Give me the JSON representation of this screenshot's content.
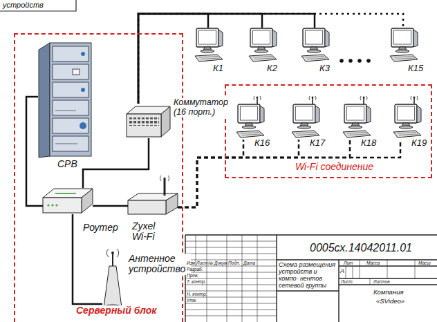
{
  "diagram": {
    "nodes": [
      {
        "text": [
          "Серверный блок"
        ]
      },
      {
        "text": [
          "СРВ"
        ],
        "in": 0
      },
      {
        "text": [
          "Коммутатор (16 порт.)"
        ],
        "in": 0
      },
      {
        "text": [
          "Роутер"
        ],
        "in": 0
      },
      {
        "text": [
          "Zyxel Wi-Fi"
        ],
        "in": 0
      },
      {
        "text": [
          "Антенное устройство"
        ],
        "in": 0
      },
      {
        "text": [
          "К1"
        ]
      },
      {
        "text": [
          "К2"
        ]
      },
      {
        "text": [
          "К3"
        ]
      },
      {
        "text": [
          "К15"
        ]
      },
      {
        "text": [
          "Wi-Fi соединение"
        ]
      },
      {
        "text": [
          "К16"
        ],
        "in": 10
      },
      {
        "text": [
          "К17"
        ],
        "in": 10
      },
      {
        "text": [
          "К18"
        ],
        "in": 10
      },
      {
        "text": [
          "К19"
        ],
        "in": 10
      }
    ],
    "edges": [
      {
        "from": 1,
        "to": 3,
        "arrow": "none"
      },
      {
        "from": 3,
        "to": 2,
        "arrow": "none"
      },
      {
        "from": 3,
        "to": 4,
        "arrow": "none"
      },
      {
        "from": 3,
        "to": 5,
        "arrow": "none"
      },
      {
        "from": 2,
        "to": 6,
        "arrow": "none"
      },
      {
        "from": 2,
        "to": 7,
        "arrow": "none"
      },
      {
        "from": 2,
        "to": 8,
        "arrow": "none"
      },
      {
        "from": 2,
        "to": 9,
        "arrow": "none"
      },
      {
        "from": 4,
        "to": 11,
        "arrow": "none"
      },
      {
        "from": 4,
        "to": 12,
        "arrow": "none"
      },
      {
        "from": 4,
        "to": 13,
        "arrow": "none"
      },
      {
        "from": 4,
        "to": 14,
        "arrow": "none"
      }
    ],
    "labels": [
      "устройств",
      "0005сх.14042011.01",
      "Схема размещения устройств и компо- нентов сетевой группы",
      "Изм",
      "Лист",
      "№ Докум",
      "Подп.",
      "Дата",
      "Разраб.",
      "Пров.",
      "Т. контр.",
      "Н. контр.",
      "Утв.",
      "Лит",
      "Масса",
      "Масш",
      "А",
      "Лист",
      "Листов",
      "Компания",
      "«SVideo»"
    ]
  }
}
